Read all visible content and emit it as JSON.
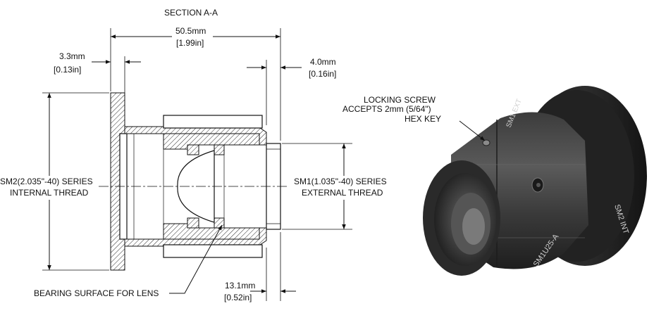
{
  "section_title": "SECTION A-A",
  "dimensions": {
    "overall_length": {
      "metric": "50.5mm",
      "imperial": "[1.99in]"
    },
    "flange_thickness": {
      "metric": "3.3mm",
      "imperial": "[0.13in]"
    },
    "ext_thread_length": {
      "metric": "4.0mm",
      "imperial": "[0.16in]"
    },
    "bottom_length": {
      "metric": "13.1mm",
      "imperial": "[0.52in]"
    }
  },
  "callouts": {
    "internal_thread_line1": "SM2(2.035\"-40) SERIES",
    "internal_thread_line2": "INTERNAL THREAD",
    "external_thread_line1": "SM1(1.035\"-40) SERIES",
    "external_thread_line2": "EXTERNAL THREAD",
    "bearing_surface": "BEARING SURFACE FOR LENS",
    "locking_screw_line1": "LOCKING SCREW",
    "locking_screw_line2": "ACCEPTS 2mm (5/64\")",
    "locking_screw_line3": "HEX KEY"
  },
  "product_markings": {
    "part_number": "SM1U25-A",
    "flange_marking": "SM2 INT",
    "ext_marking": "SM1 EXT"
  },
  "colors": {
    "line": "#111111",
    "body_dark": "#2a2a2a",
    "body_mid": "#4a4a4a",
    "body_light": "#6e6e6e"
  }
}
